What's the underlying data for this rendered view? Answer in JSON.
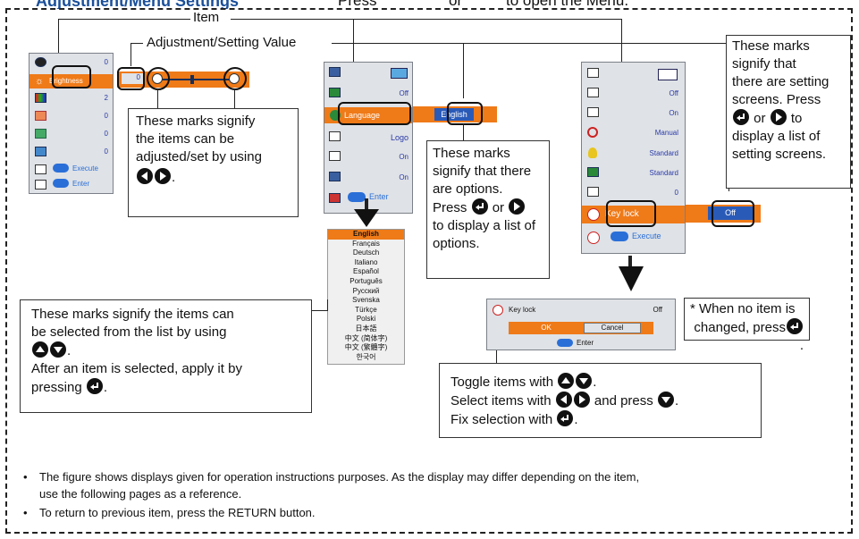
{
  "header": {
    "title_fragment": "Adjustment/Menu Settings",
    "open_menu_text": "Press",
    "open_menu_or": "or",
    "open_menu_tail": "to open the Menu."
  },
  "labels": {
    "item": "Item",
    "adjustment_value": "Adjustment/Setting Value"
  },
  "menu_left": {
    "selected_item": "Brightness",
    "value": "0",
    "values": [
      "0",
      "2",
      "0",
      "0",
      "0"
    ],
    "execute": "Execute",
    "enter": "Enter"
  },
  "menu_middle": {
    "selected_item": "Language",
    "selected_value": "English",
    "values": [
      "Off",
      "Logo",
      "On",
      "On"
    ],
    "enter": "Enter"
  },
  "language_list": [
    "English",
    "Français",
    "Deutsch",
    "Italiano",
    "Español",
    "Português",
    "Русский",
    "Svenska",
    "Türkçe",
    "Polski",
    "日本語",
    "中文 (简体字)",
    "中文 (繁體字)",
    "한국어"
  ],
  "menu_right": {
    "values": [
      "Off",
      "On",
      "Manual",
      "Standard",
      "Standard",
      "0"
    ],
    "selected_item": "Key lock",
    "selected_value": "Off",
    "execute": "Execute"
  },
  "confirm_dialog": {
    "title": "Key lock",
    "value": "Off",
    "ok": "OK",
    "cancel": "Cancel",
    "enter": "Enter"
  },
  "callouts": {
    "adjust": [
      "These marks signify",
      "the items can be",
      "adjusted/set by using"
    ],
    "options": [
      "These marks",
      "signify that there",
      "are options.",
      "Press",
      "or",
      "to display a list of",
      "options."
    ],
    "setting_screens": [
      "These marks",
      "signify that",
      "there are setting",
      "screens. Press",
      "or",
      "to",
      "display a list of",
      "setting screens."
    ],
    "select_list": [
      "These marks signify the items can",
      "be selected from the list by using",
      "After an item is selected, apply it by",
      "pressing"
    ],
    "no_item": [
      "* When no item is",
      "changed, press"
    ],
    "toggle": [
      "Toggle items with",
      "Select items with",
      "and press",
      "Fix selection with"
    ]
  },
  "notes": [
    "The figure shows displays given for operation instructions purposes.  As the display may differ depending on the item,",
    "use the following pages as a reference.",
    "To return to previous item, press the RETURN button."
  ]
}
